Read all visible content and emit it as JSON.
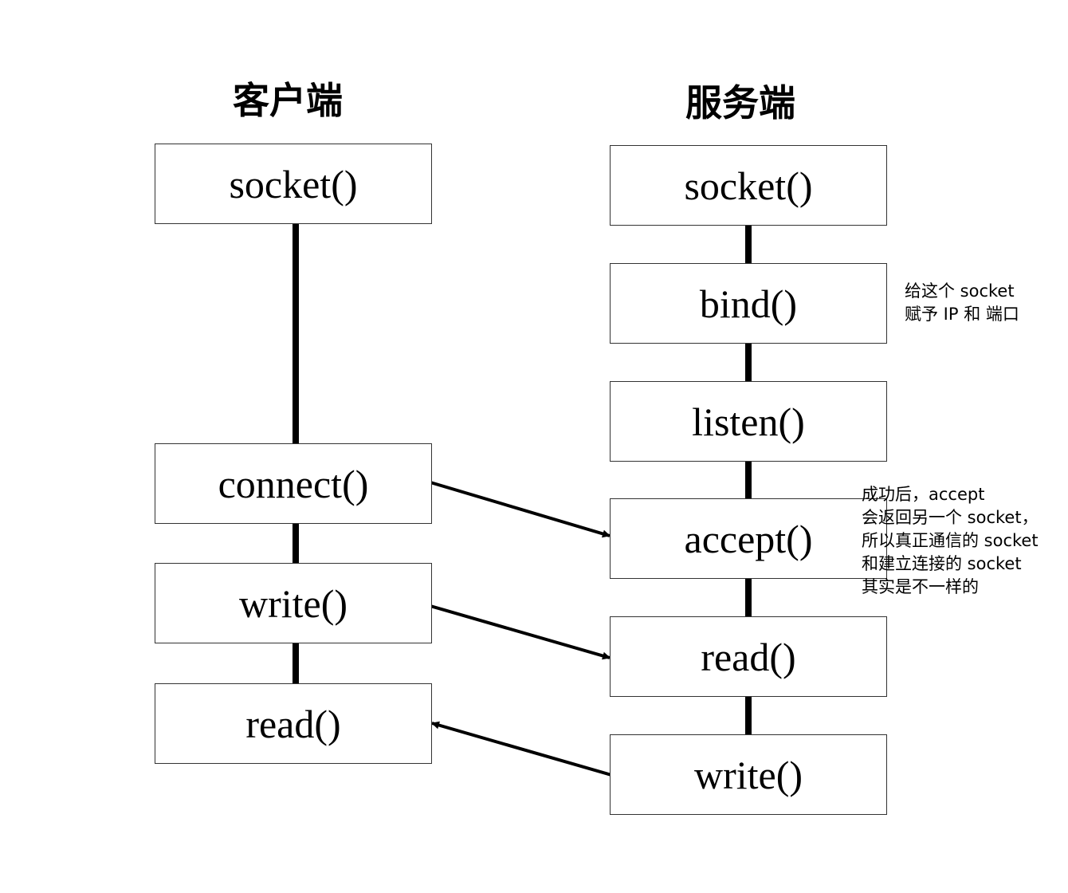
{
  "headings": {
    "client": "客户端",
    "server": "服务端"
  },
  "client_steps": [
    "socket()",
    "connect()",
    "write()",
    "read()"
  ],
  "server_steps": [
    "socket()",
    "bind()",
    "listen()",
    "accept()",
    "read()",
    "write()"
  ],
  "notes": {
    "bind": [
      "给这个 socket",
      "赋予 IP 和 端口"
    ],
    "accept": [
      "成功后，accept",
      "会返回另一个 socket，",
      "所以真正通信的 socket",
      "和建立连接的 socket",
      "其实是不一样的"
    ]
  }
}
